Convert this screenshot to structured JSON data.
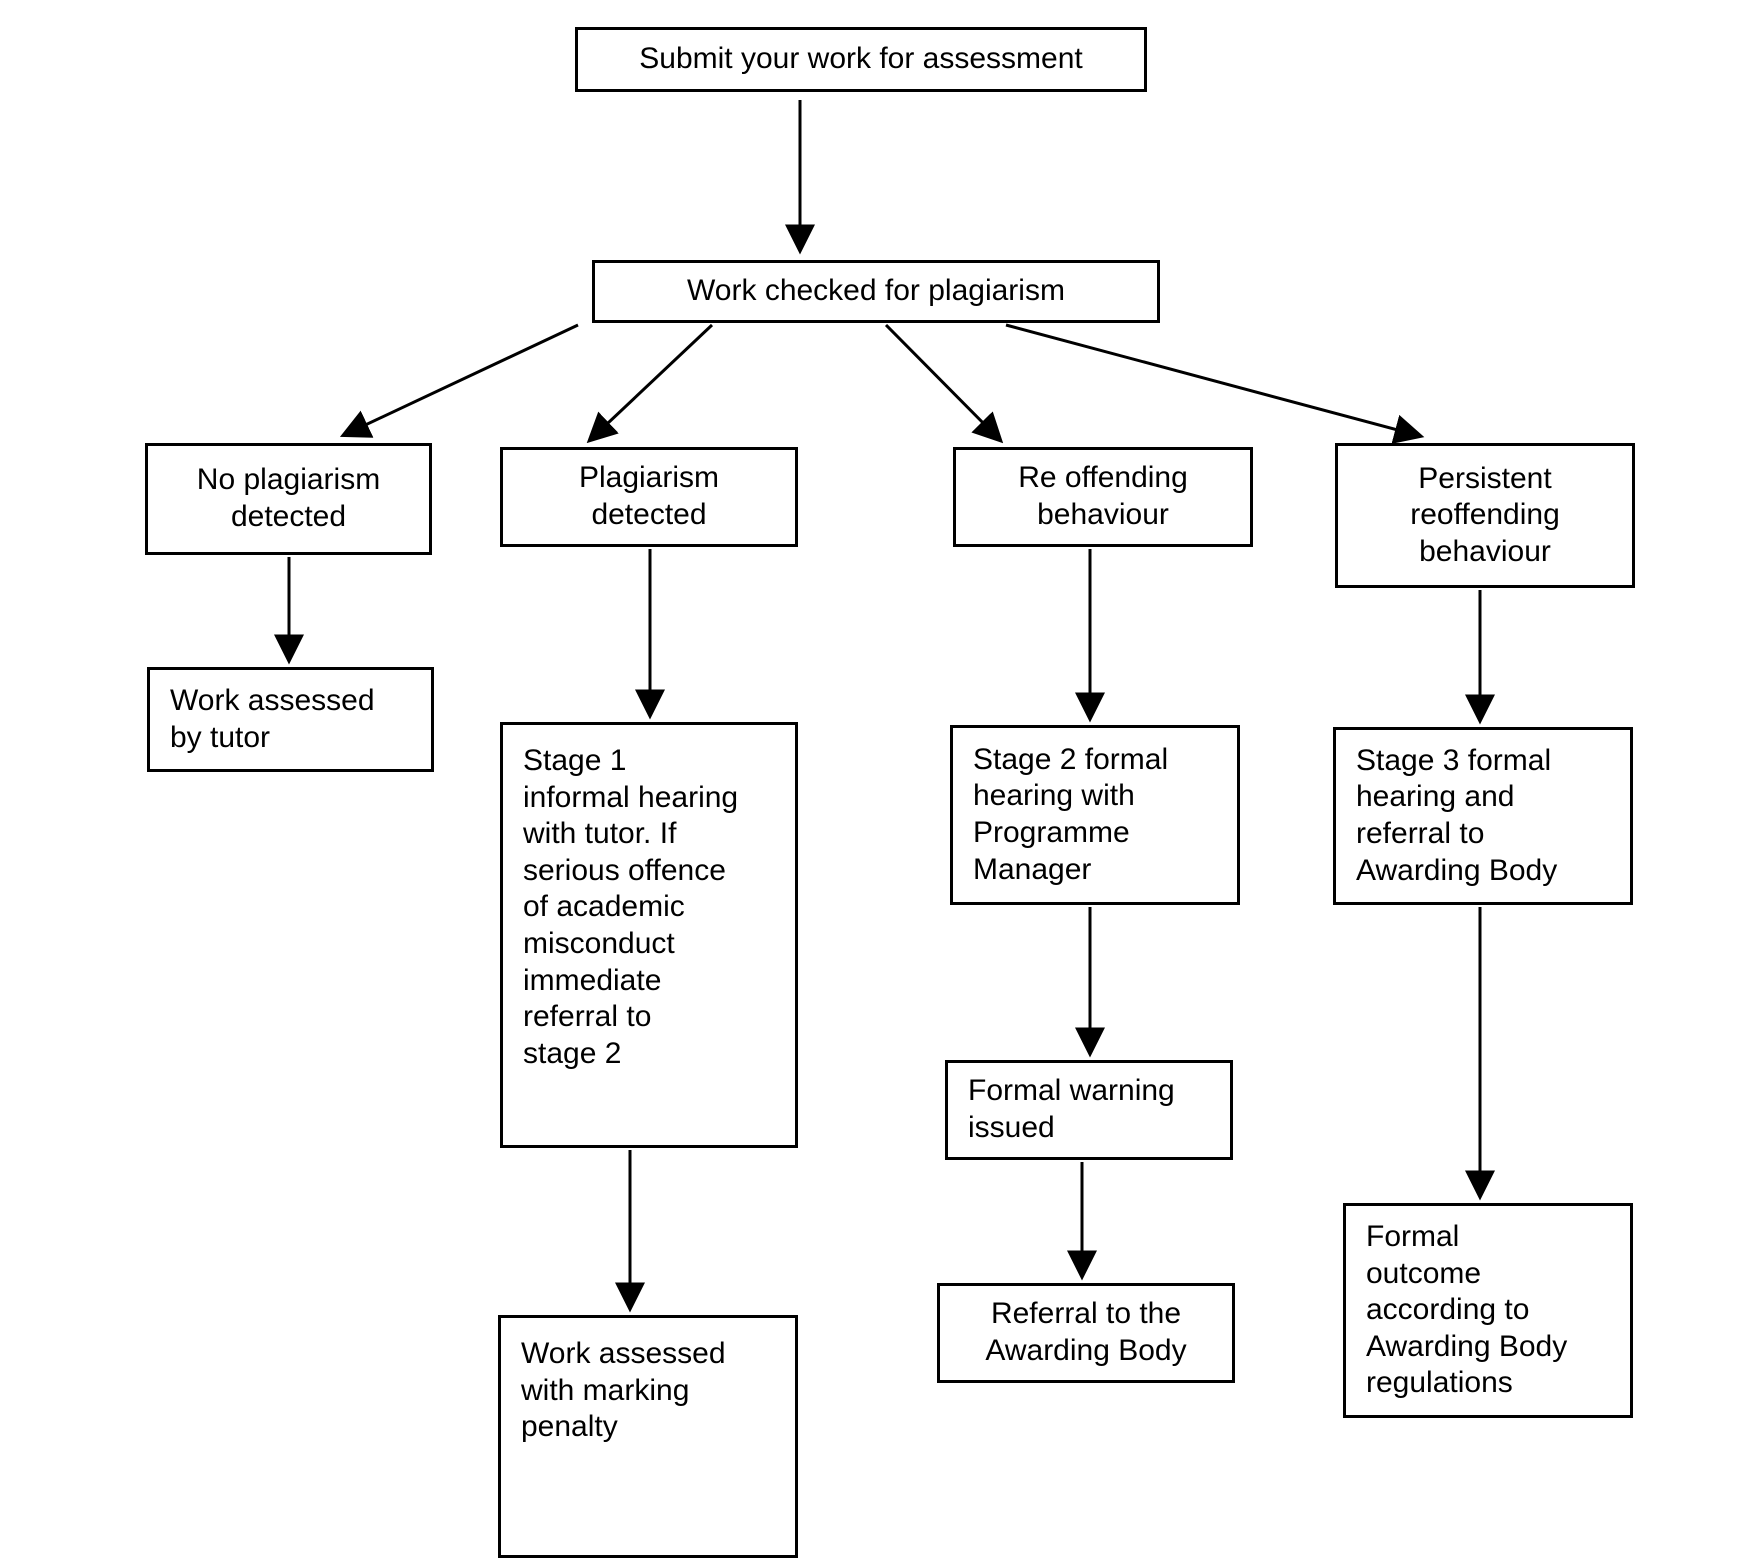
{
  "colors": {
    "background": "#ffffff",
    "box_border": "#000000",
    "text": "#000000",
    "arrow": "#000000"
  },
  "nodes": {
    "submit": {
      "label": "Submit your work for assessment"
    },
    "checked": {
      "label": "Work checked for plagiarism"
    },
    "no_plagiarism": {
      "label": "No plagiarism\ndetected"
    },
    "plagiarism": {
      "label": "Plagiarism\ndetected"
    },
    "reoffending": {
      "label": "Re offending\nbehaviour"
    },
    "persistent": {
      "label": "Persistent\nreoffending\nbehaviour"
    },
    "assessed_by_tutor": {
      "label": "Work assessed\nby tutor"
    },
    "stage1": {
      "label": "Stage 1\ninformal hearing\nwith tutor. If\nserious offence\nof academic\nmisconduct\nimmediate\nreferral to\nstage 2"
    },
    "stage2": {
      "label": "Stage 2 formal\nhearing with\nProgramme\nManager"
    },
    "stage3": {
      "label": "Stage 3 formal\nhearing and\nreferral to\nAwarding Body"
    },
    "marking_penalty": {
      "label": "Work assessed\nwith marking\npenalty"
    },
    "formal_warning": {
      "label": "Formal warning\nissued"
    },
    "referral_awarding": {
      "label": "Referral to the\nAwarding Body"
    },
    "formal_outcome": {
      "label": "Formal\noutcome\naccording to\nAwarding Body\nregulations"
    }
  },
  "edges": [
    {
      "from": "submit",
      "to": "checked"
    },
    {
      "from": "checked",
      "to": "no_plagiarism"
    },
    {
      "from": "checked",
      "to": "plagiarism"
    },
    {
      "from": "checked",
      "to": "reoffending"
    },
    {
      "from": "checked",
      "to": "persistent"
    },
    {
      "from": "no_plagiarism",
      "to": "assessed_by_tutor"
    },
    {
      "from": "plagiarism",
      "to": "stage1"
    },
    {
      "from": "reoffending",
      "to": "stage2"
    },
    {
      "from": "persistent",
      "to": "stage3"
    },
    {
      "from": "stage1",
      "to": "marking_penalty"
    },
    {
      "from": "stage2",
      "to": "formal_warning"
    },
    {
      "from": "formal_warning",
      "to": "referral_awarding"
    },
    {
      "from": "stage3",
      "to": "formal_outcome"
    }
  ]
}
